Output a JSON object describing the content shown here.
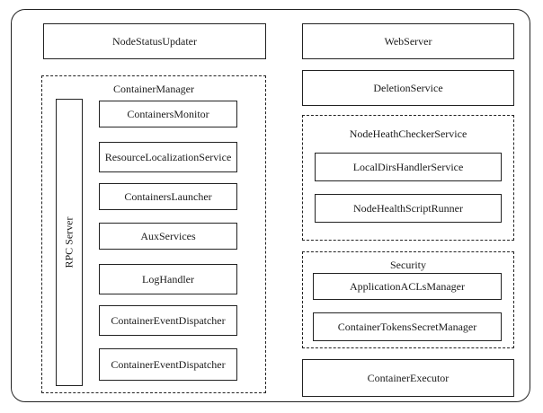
{
  "node_status_updater": "NodeStatusUpdater",
  "web_server": "WebServer",
  "deletion_service": "DeletionService",
  "container_manager": {
    "title": "ContainerManager",
    "rpc_server": "RPC Server",
    "items": [
      "ContainersMonitor",
      "ResourceLocalizationService",
      "ContainersLauncher",
      "AuxServices",
      "LogHandler",
      "ContainerEventDispatcher",
      "ContainerEventDispatcher"
    ]
  },
  "node_health_checker": {
    "title": "NodeHeathCheckerService",
    "items": [
      "LocalDirsHandlerService",
      "NodeHealthScriptRunner"
    ]
  },
  "security": {
    "title": "Security",
    "items": [
      "ApplicationACLsManager",
      "ContainerTokensSecretManager"
    ]
  },
  "container_executor": "ContainerExecutor"
}
